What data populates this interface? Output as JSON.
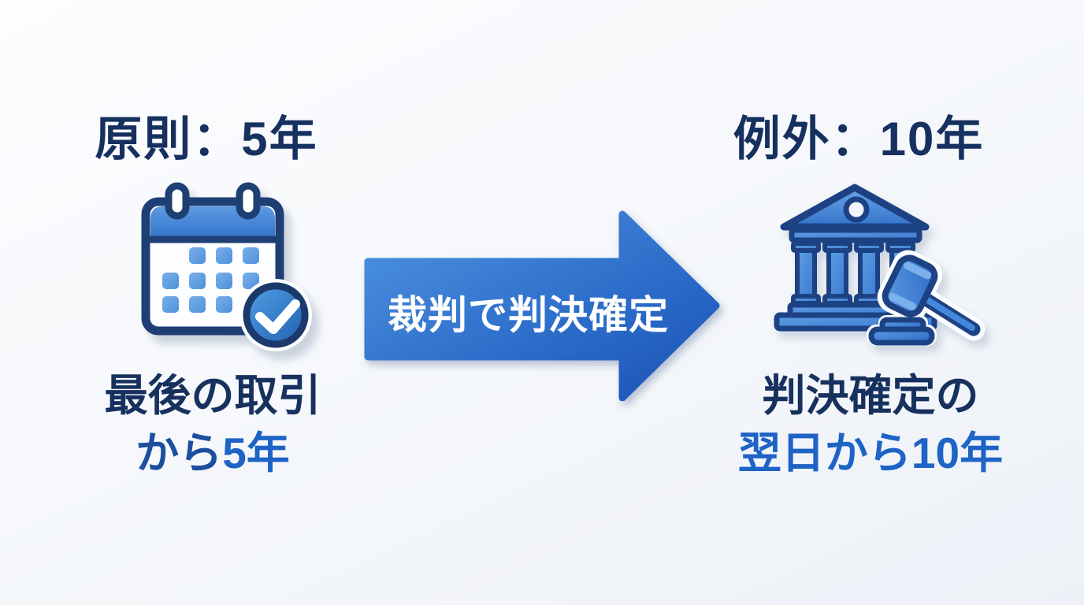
{
  "left_section": {
    "title": "原則：5年",
    "icon": "calendar-check-icon",
    "caption_line1": "最後の取引",
    "caption_line2_prefix": "から",
    "caption_line2_value": "5年"
  },
  "center": {
    "arrow_label": "裁判で判決確定",
    "arrow_direction": "right"
  },
  "right_section": {
    "title": "例外：10年",
    "icon": "courthouse-gavel-icon",
    "caption_line1": "判決確定の",
    "caption_line2": "翌日から10年"
  },
  "colors": {
    "title_navy": "#16305f",
    "caption_navy": "#17315e",
    "caption_bright_blue": "#1e63c6",
    "caption_mid_blue": "#1d4f9e",
    "arrow_gradient_light": "#4f94e0",
    "arrow_gradient_dark": "#1a52b5",
    "arrow_text": "#ffffff",
    "icon_outline_navy": "#1e3f73",
    "icon_blue": "#3f83d6",
    "background": "#f6f8fb"
  }
}
